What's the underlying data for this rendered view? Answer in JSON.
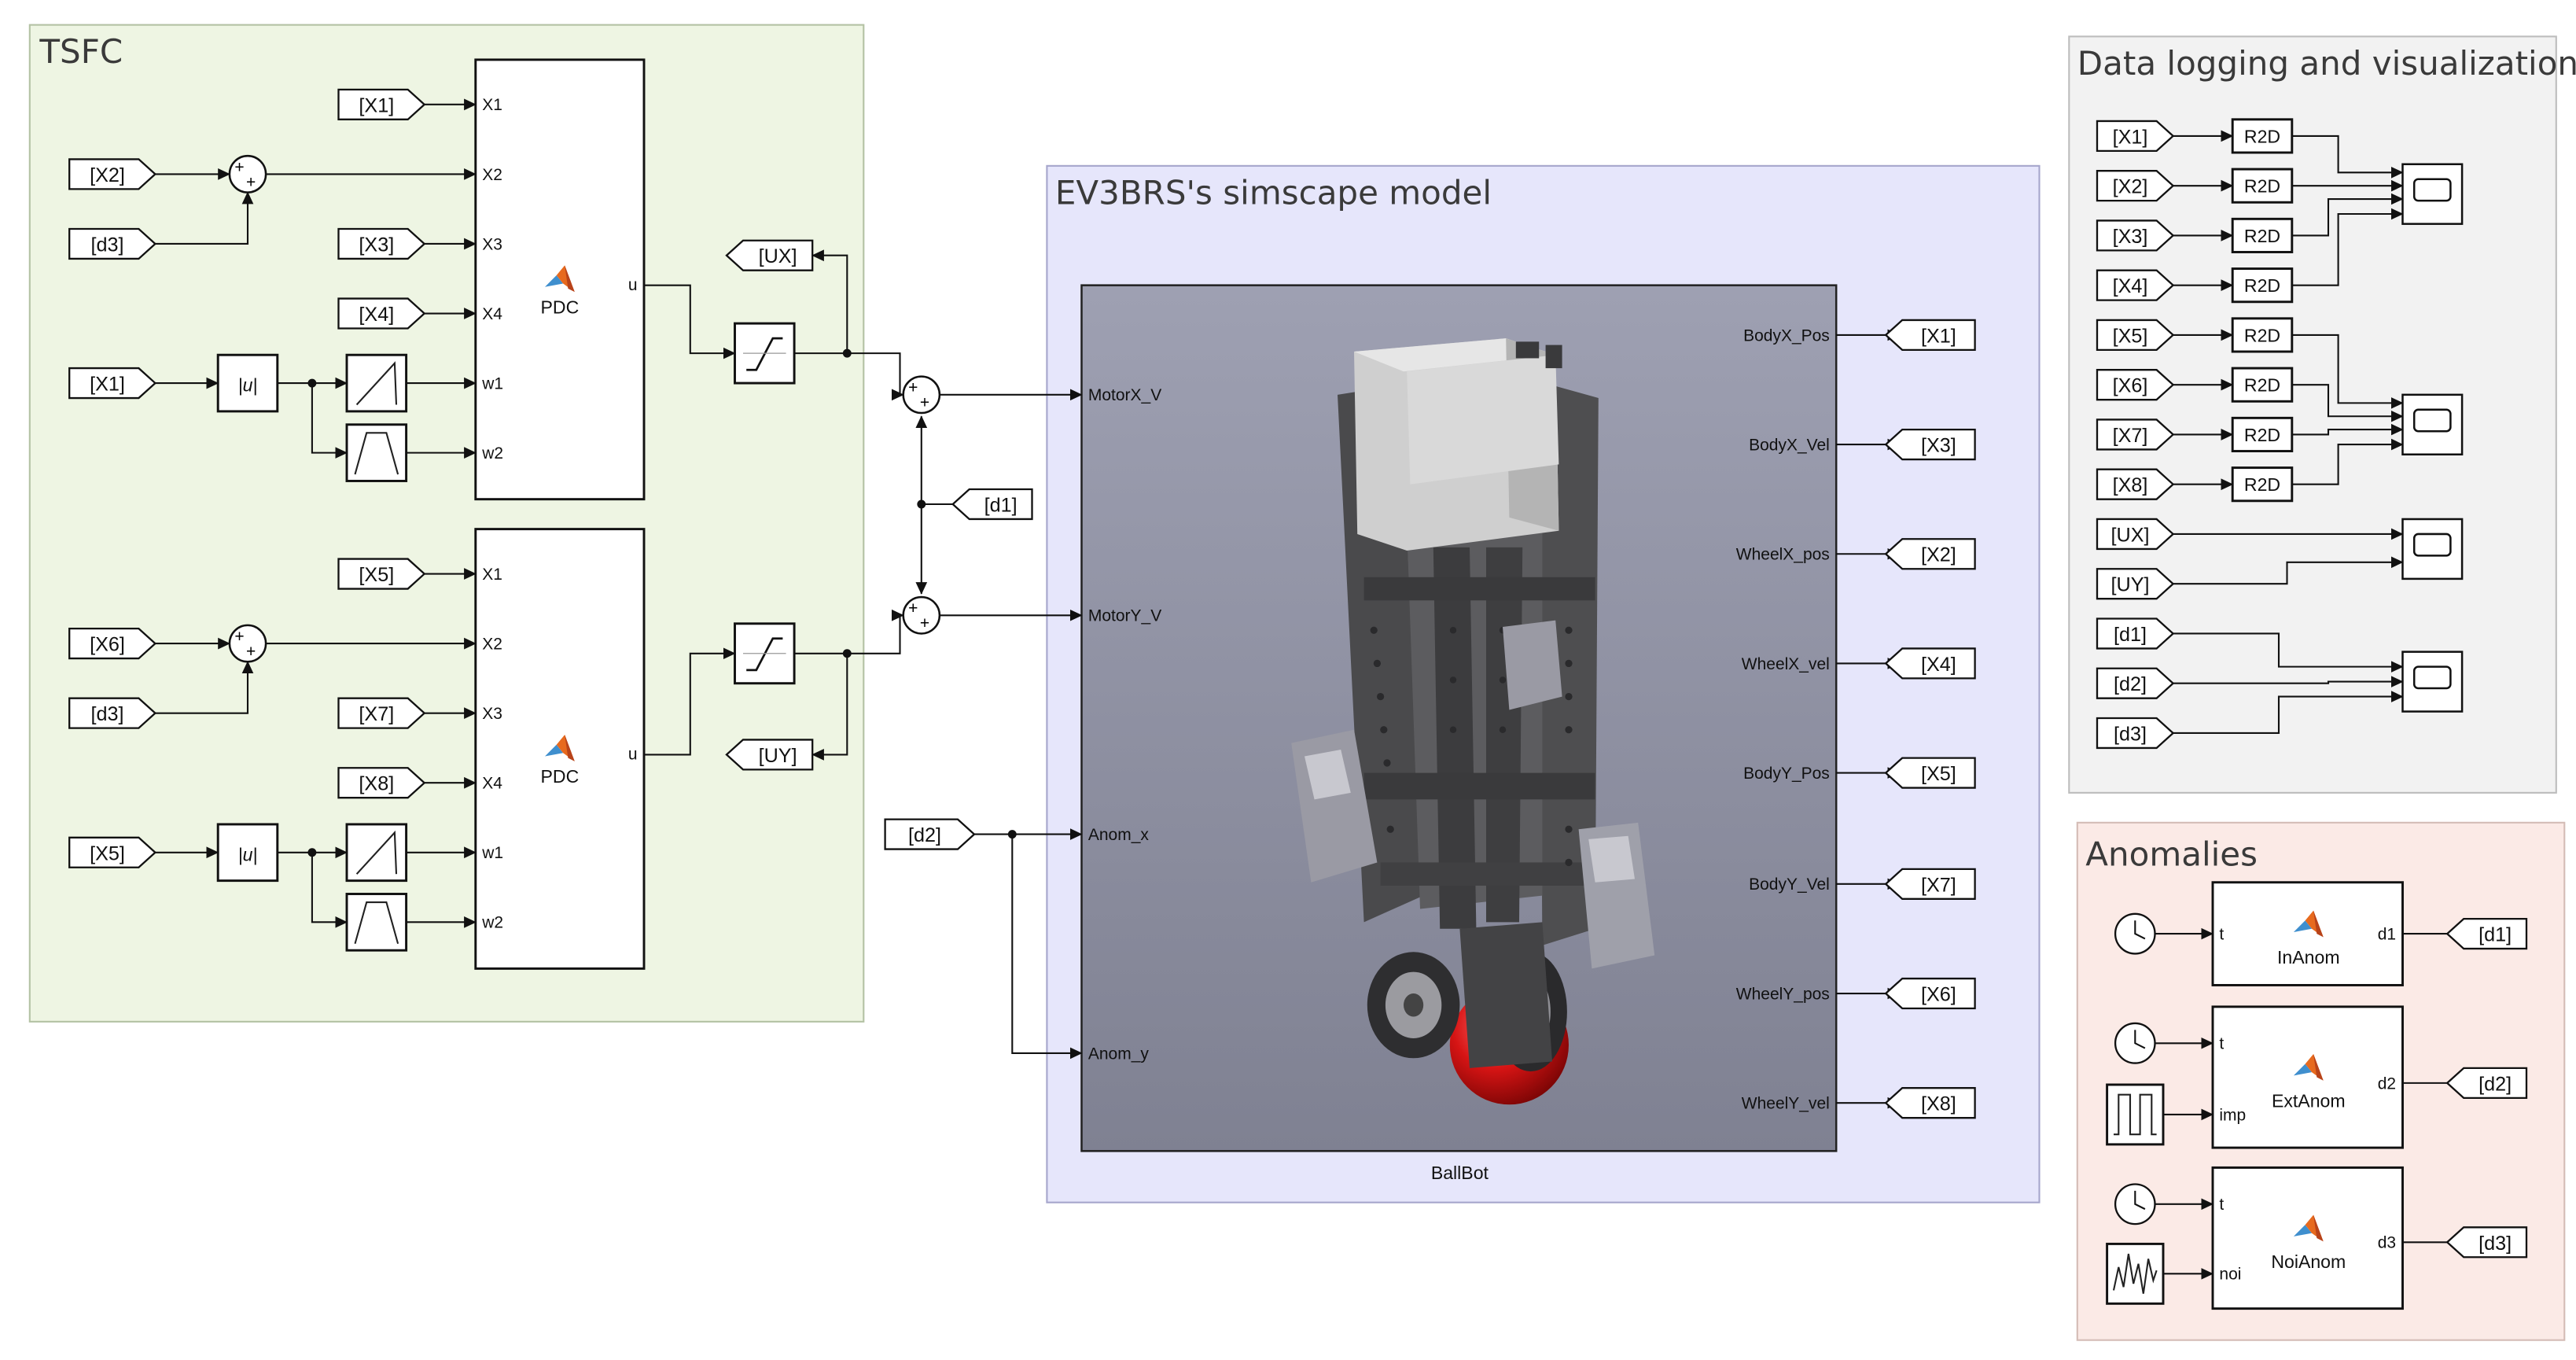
{
  "areas": {
    "tsfc": "TSFC",
    "model": "EV3BRS's simscape model",
    "logging": "Data logging and visualization",
    "anomalies": "Anomalies"
  },
  "tsfc": {
    "pdc_top": {
      "name": "PDC",
      "inputs": [
        "X1",
        "X2",
        "X3",
        "X4",
        "w1",
        "w2"
      ],
      "output": "u",
      "tags_in": [
        "[X1]",
        "[X2]",
        "[d3]",
        "[X3]",
        "[X4]",
        "[X1]"
      ],
      "abs_label": "|u|",
      "out_tag": "[UX]"
    },
    "pdc_bottom": {
      "name": "PDC",
      "inputs": [
        "X1",
        "X2",
        "X3",
        "X4",
        "w1",
        "w2"
      ],
      "output": "u",
      "tags_in": [
        "[X5]",
        "[X6]",
        "[d3]",
        "[X7]",
        "[X8]",
        "[X5]"
      ],
      "abs_label": "|u|",
      "out_tag": "[UY]"
    },
    "sum_signs": "++",
    "d1_tag": "[d1]",
    "d2_tag": "[d2]"
  },
  "ballbot": {
    "name": "BallBot",
    "inputs": [
      "MotorX_V",
      "MotorY_V",
      "Anom_x",
      "Anom_y"
    ],
    "outputs": [
      {
        "port": "BodyX_Pos",
        "tag": "[X1]"
      },
      {
        "port": "BodyX_Vel",
        "tag": "[X3]"
      },
      {
        "port": "WheelX_pos",
        "tag": "[X2]"
      },
      {
        "port": "WheelX_vel",
        "tag": "[X4]"
      },
      {
        "port": "BodyY_Pos",
        "tag": "[X5]"
      },
      {
        "port": "BodyY_Vel",
        "tag": "[X7]"
      },
      {
        "port": "WheelY_pos",
        "tag": "[X6]"
      },
      {
        "port": "WheelY_vel",
        "tag": "[X8]"
      }
    ]
  },
  "logging": {
    "r2d_label": "R2D",
    "x_tags": [
      "[X1]",
      "[X2]",
      "[X3]",
      "[X4]",
      "[X5]",
      "[X6]",
      "[X7]",
      "[X8]"
    ],
    "u_tags": [
      "[UX]",
      "[UY]"
    ],
    "d_tags": [
      "[d1]",
      "[d2]",
      "[d3]"
    ]
  },
  "anomalies": {
    "blocks": [
      {
        "name": "InAnom",
        "inputs": [
          "t"
        ],
        "output": "d1",
        "tag": "[d1]"
      },
      {
        "name": "ExtAnom",
        "inputs": [
          "t",
          "imp"
        ],
        "output": "d2",
        "tag": "[d2]"
      },
      {
        "name": "NoiAnom",
        "inputs": [
          "t",
          "noi"
        ],
        "output": "d3",
        "tag": "[d3]"
      }
    ]
  }
}
